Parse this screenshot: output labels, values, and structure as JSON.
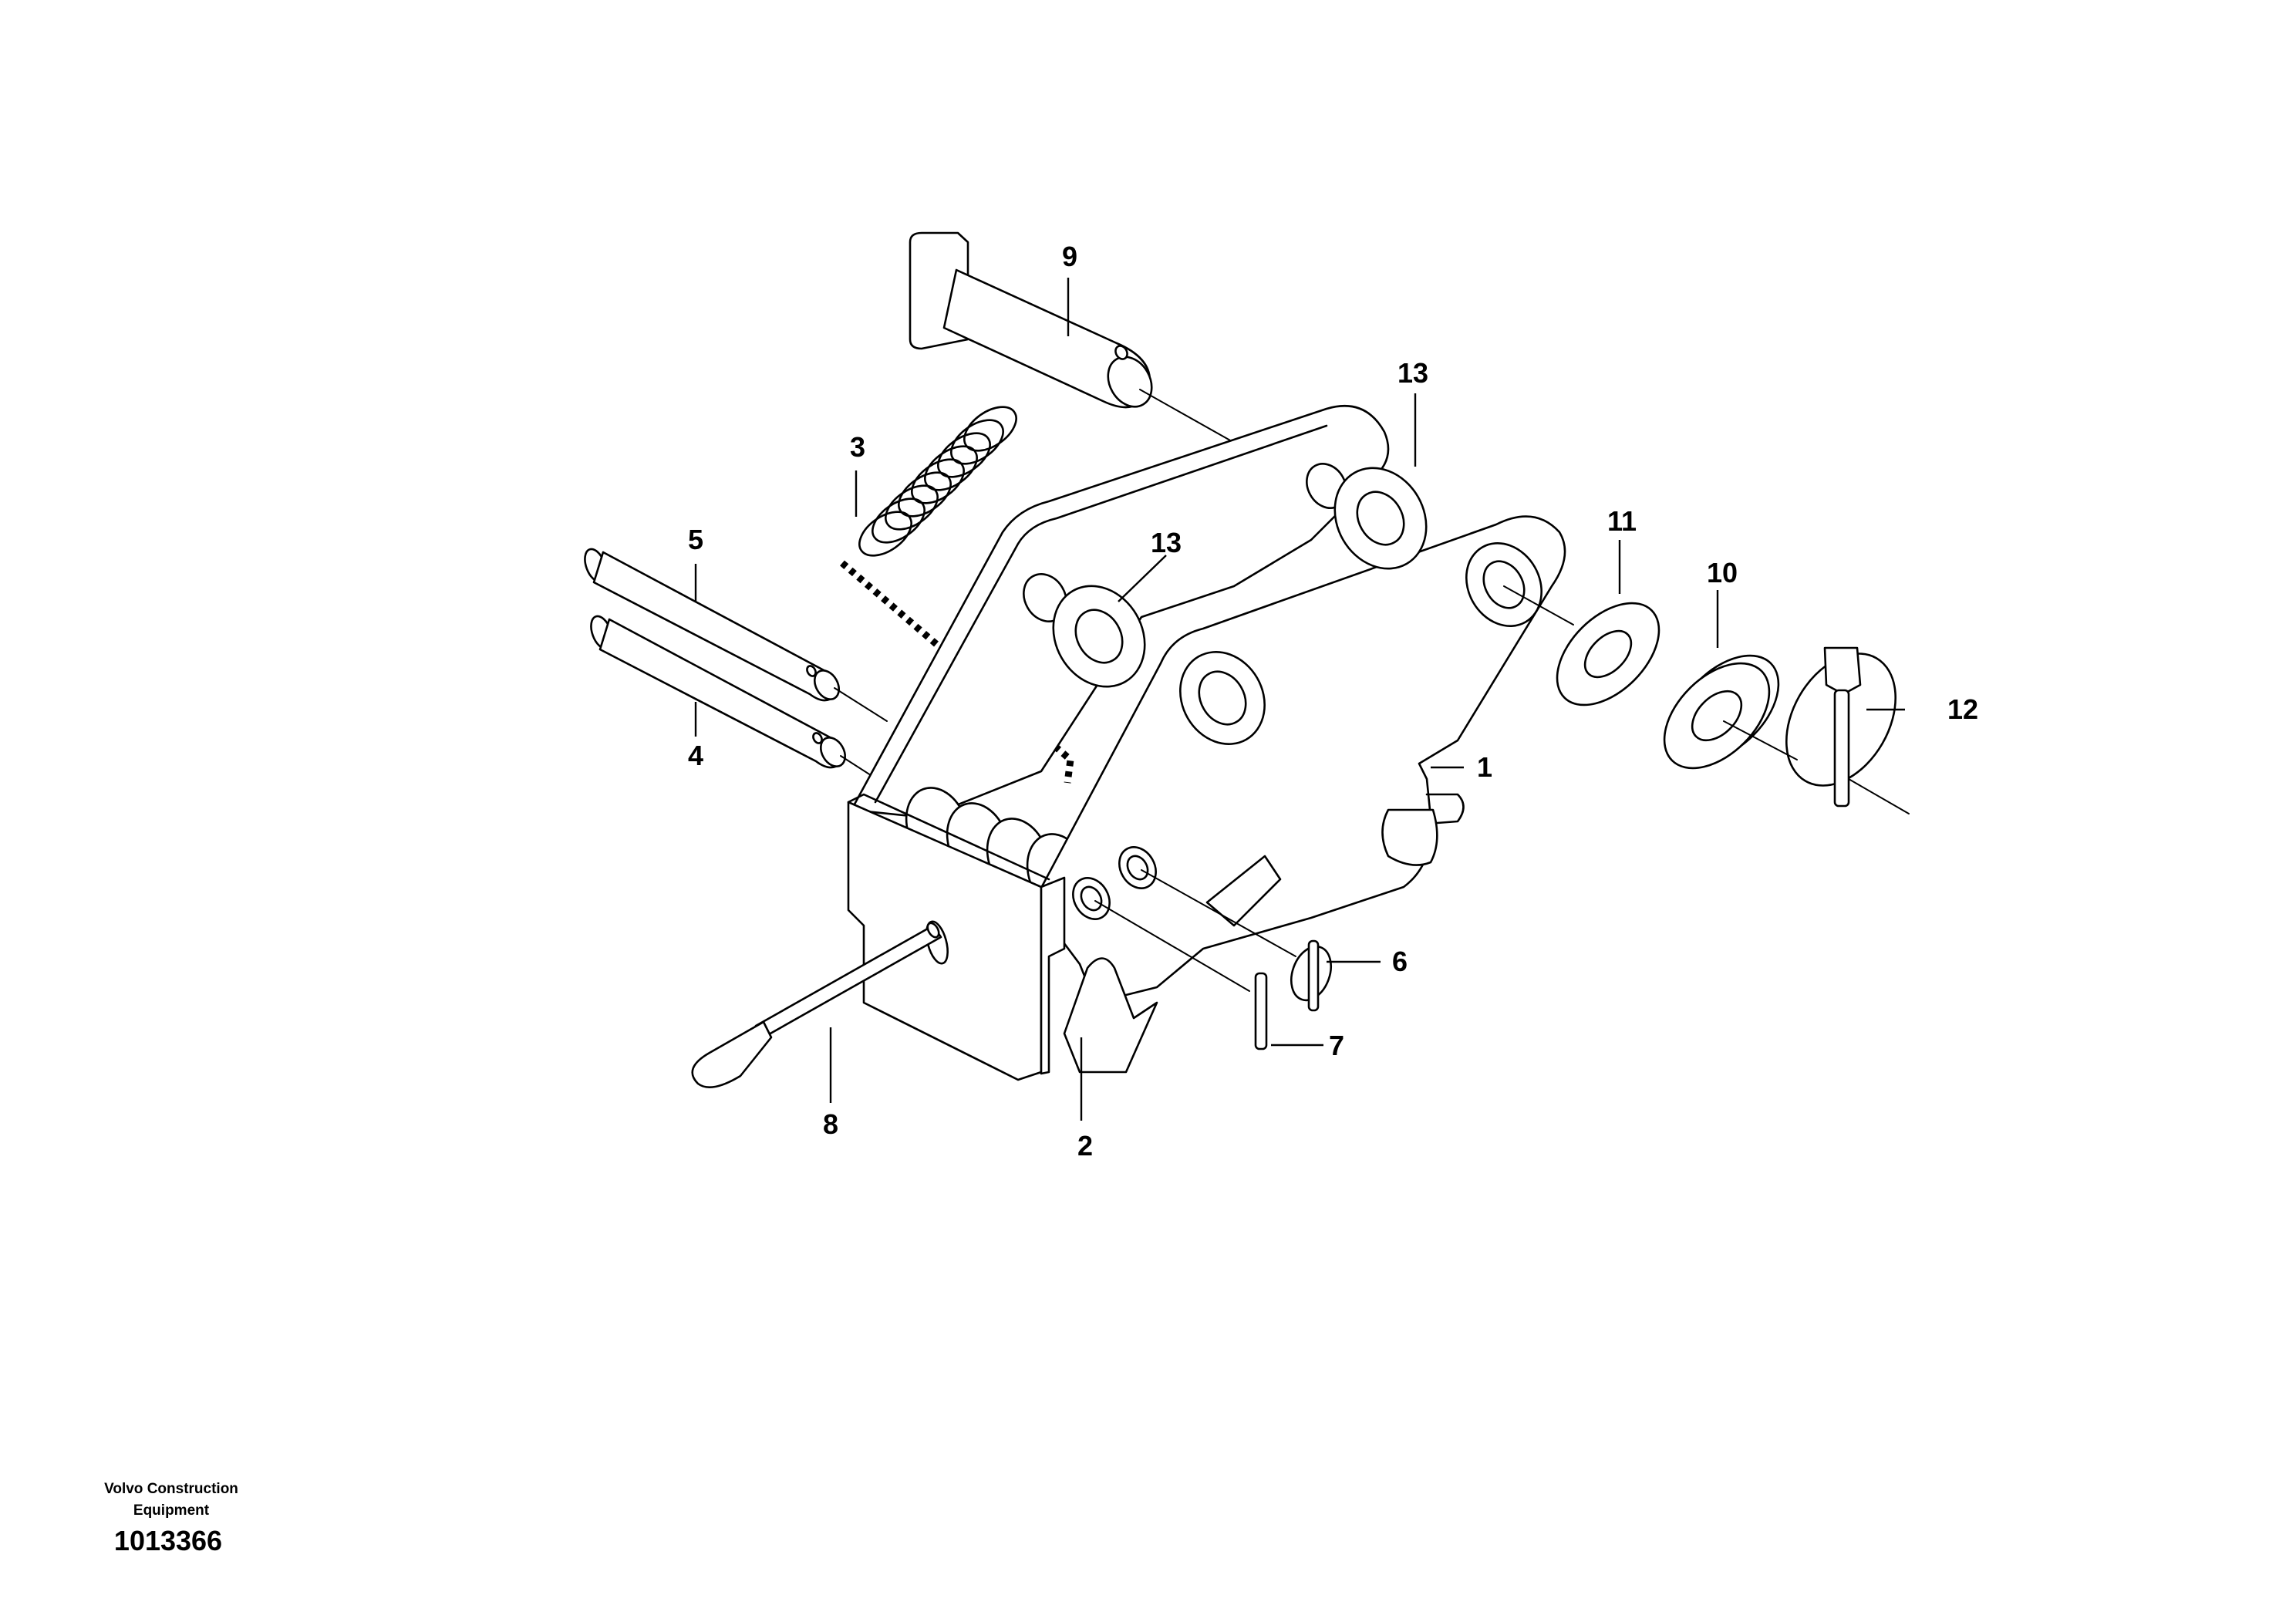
{
  "callouts": [
    {
      "number": "1"
    },
    {
      "number": "2"
    },
    {
      "number": "3"
    },
    {
      "number": "4"
    },
    {
      "number": "5"
    },
    {
      "number": "6"
    },
    {
      "number": "7"
    },
    {
      "number": "8"
    },
    {
      "number": "9"
    },
    {
      "number": "10"
    },
    {
      "number": "11"
    },
    {
      "number": "12"
    },
    {
      "number": "13"
    },
    {
      "number": "13"
    }
  ],
  "footer": {
    "company_line1": "Volvo Construction",
    "company_line2": "Equipment",
    "document_number": "1013366"
  }
}
